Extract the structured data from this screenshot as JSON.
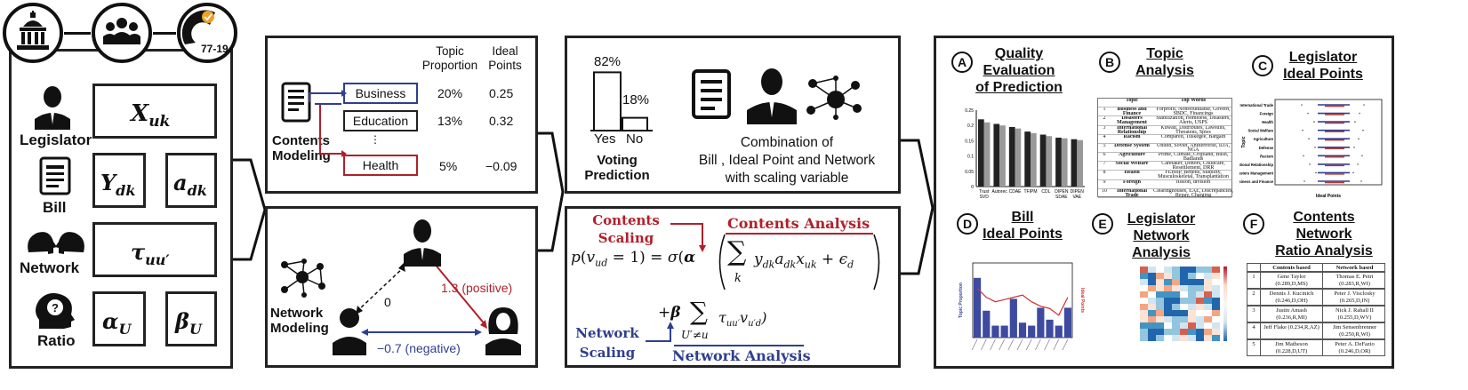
{
  "left_panel": {
    "badge_text": "77-19",
    "labels": {
      "legislator": "Legislator",
      "bill": "Bill",
      "network": "Network",
      "ratio": "Ratio"
    },
    "vars": {
      "x": "X",
      "x_sub": "uk",
      "y": "Y",
      "y_sub": "dk",
      "a": "a",
      "a_sub": "dk",
      "tau": "τ",
      "tau_sub": "uu′",
      "alpha": "α",
      "alpha_sub": "U",
      "beta": "β",
      "beta_sub": "U"
    }
  },
  "contents_modeling": {
    "header_topic": "Topic Proportion",
    "header_ideal": "Ideal Points",
    "label": "Contents Modeling",
    "rows": [
      {
        "topic": "Business",
        "proportion": "20%",
        "ideal": "0.25",
        "color": "#2f3f8f"
      },
      {
        "topic": "Education",
        "proportion": "13%",
        "ideal": "0.32",
        "color": "#222222"
      },
      {
        "topic": "Health",
        "proportion": "5%",
        "ideal": "−0.09",
        "color": "#b0202a"
      }
    ],
    "ellipsis": "⋮"
  },
  "network_modeling": {
    "label": "Network Modeling",
    "edge_zero": "0",
    "edge_positive": "1.3 (positive)",
    "edge_negative": "−0.7 (negative)"
  },
  "voting_prediction": {
    "yes_pct": "82%",
    "no_pct": "18%",
    "yes_label": "Yes",
    "no_label": "No",
    "yes_value": 82,
    "no_value": 18,
    "label": "Voting Prediction",
    "combo_line1": "Combination of",
    "combo_line2": "Bill , Ideal Point and Network",
    "combo_line3": "with scaling variable"
  },
  "formula": {
    "contents_scaling": "Contents Scaling",
    "contents_analysis": "Contents Analysis",
    "network_scaling": "Network Scaling",
    "network_analysis": "Network Analysis"
  },
  "results": {
    "a": {
      "letter": "A",
      "title1": "Quality",
      "title2": "Evaluation",
      "title3": "of Prediction"
    },
    "b": {
      "letter": "B",
      "title1": "Topic",
      "title2": "Analysis"
    },
    "c": {
      "letter": "C",
      "title1": "Legislator",
      "title2": "Ideal Points"
    },
    "d": {
      "letter": "D",
      "title1": "Bill",
      "title2": "Ideal Points"
    },
    "e": {
      "letter": "E",
      "title1": "Legislator",
      "title2": "Network",
      "title3": "Analysis"
    },
    "f": {
      "letter": "F",
      "title1": "Contents",
      "title2": "Network",
      "title3": "Ratio Analysis"
    }
  },
  "topic_table": {
    "headers": [
      "",
      "Topic",
      "Top Words"
    ],
    "rows": [
      [
        "1",
        "Business and Finance",
        "Forprofit, Nonrefundable, Govern, SBDC, Financings"
      ],
      [
        "2",
        "Disasters Management",
        "Stabilization, Homeless, Disasters, Alerts, USPS"
      ],
      [
        "3",
        "International Relationship",
        "Kuwait, Distributes, Lawsuits, Threatens, Spies"
      ],
      [
        "4",
        "Racism",
        "Compared, Tuskegee, Bargain"
      ],
      [
        "5",
        "Defense System",
        "United, Soviet, Antiterrorist, IDA, NGA"
      ],
      [
        "6",
        "Agriculture",
        "Prime, Climate, Cropland, Bush, Badlands"
      ],
      [
        "7",
        "Social Welfare",
        "Caretaker, Donors, Childcare, Resettlement, DRR"
      ],
      [
        "8",
        "Health",
        "FEHBP, Beneits, Stability, Musculoskeletal, Transplantation"
      ],
      [
        "9",
        "Foreign",
        "fission, division"
      ],
      [
        "10",
        "International Trade",
        "Clearinghouses, EAE, Discrepancies, Repay, Charging"
      ]
    ]
  },
  "ratio_table": {
    "headers": [
      "",
      "Contents based",
      "Network based"
    ],
    "rows": [
      [
        "1",
        "Gene Taylor (0.289,D,MS)",
        "Thomas E. Petri (0.283,R,WI)"
      ],
      [
        "2",
        "Dennis J. Kucinich (0.246,D,OH)",
        "Peter J. Visclosky (0.265,D,IN)"
      ],
      [
        "3",
        "Justin Amash (0.236,R,MI)",
        "Nick J. Rahall II (0.255,D,WV)"
      ],
      [
        "4",
        "Jeff Flake (0.234,R,AZ)",
        "Jim Sensenbrenner (0.250,R,WI)"
      ],
      [
        "5",
        "Jim Matheson (0.228,D,UT)",
        "Peter A. DeFazio (0.246,D,OR)"
      ]
    ]
  },
  "chart_data": [
    {
      "type": "bar",
      "title": "",
      "categories": [
        "Trust SVD",
        "Autorec",
        "CDAE",
        "TFIPM",
        "CDL",
        "DIPEN SDAE",
        "DIPEN VAE"
      ],
      "series": [
        {
          "values": [
            0.22,
            0.205,
            0.195,
            0.18,
            0.17,
            0.16,
            0.155
          ]
        },
        {
          "values": [
            0.21,
            0.2,
            0.19,
            0.175,
            0.165,
            0.158,
            0.152
          ]
        }
      ],
      "ylim": [
        0,
        0.25
      ],
      "yticks": [
        "0.25",
        "0.2",
        "0.15",
        "0.1",
        "0.05",
        "0"
      ]
    },
    {
      "type": "bar",
      "ylabel": "Topic Proportion",
      "y2label": "Ideal Points",
      "values": [
        0.2,
        0.09,
        0.04,
        0.04,
        0.13,
        0.05,
        0.04,
        0.1,
        0.06,
        0.04,
        0.1
      ],
      "line_values": [
        0.6,
        0.4,
        0.3,
        0.35,
        0.4,
        0.45,
        0.3,
        0.2,
        0.15,
        0.0,
        0.4
      ],
      "ylim": [
        0,
        0.25
      ]
    }
  ]
}
